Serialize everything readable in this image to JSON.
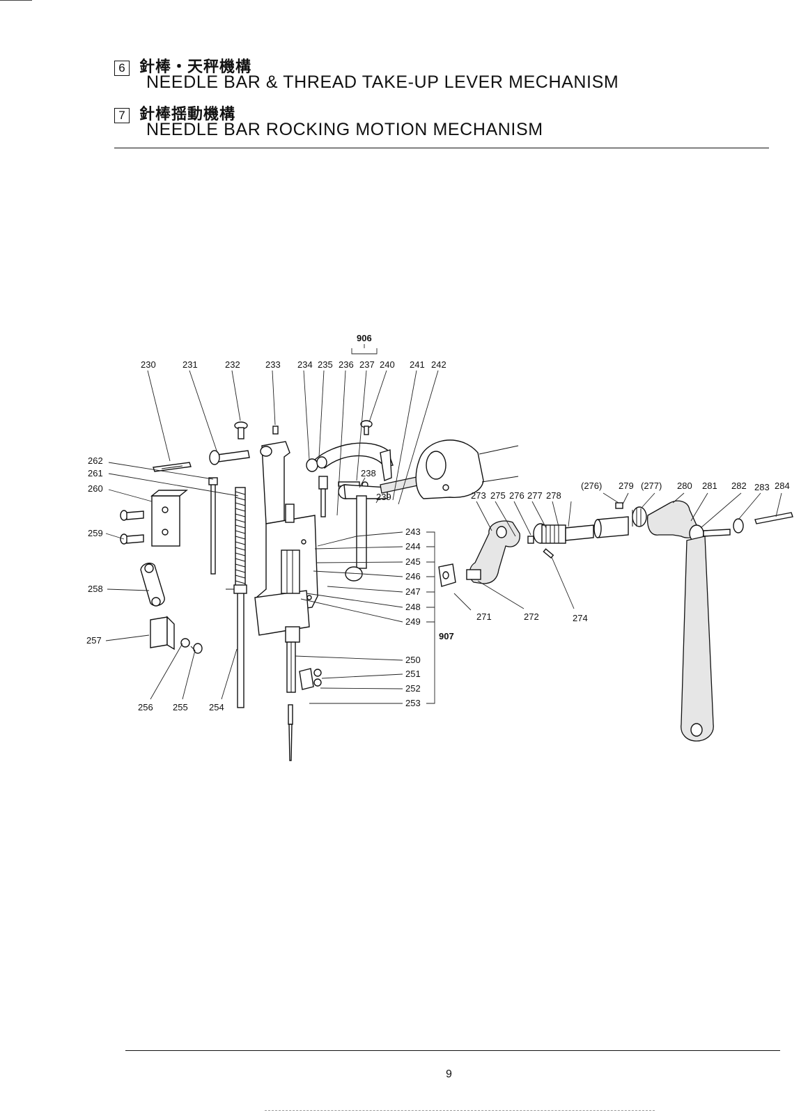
{
  "header": {
    "section6_num": "6",
    "section6_jp": "針棒・天秤機構",
    "section6_en": "NEEDLE BAR & THREAD TAKE-UP LEVER MECHANISM",
    "section7_num": "7",
    "section7_jp": "針棒揺動機構",
    "section7_en": "NEEDLE BAR ROCKING MOTION MECHANISM"
  },
  "diagram": {
    "group_labels": {
      "g906": "906",
      "g907": "907"
    },
    "part_labels": {
      "p230": "230",
      "p231": "231",
      "p232": "232",
      "p233": "233",
      "p234": "234",
      "p235": "235",
      "p236": "236",
      "p237": "237",
      "p240": "240",
      "p241": "241",
      "p242": "242",
      "p238": "238",
      "p239": "239",
      "p262": "262",
      "p261": "261",
      "p260": "260",
      "p259": "259",
      "p258": "258",
      "p257": "257",
      "p256": "256",
      "p255": "255",
      "p254": "254",
      "p243": "243",
      "p244": "244",
      "p245": "245",
      "p246": "246",
      "p247": "247",
      "p248": "248",
      "p249": "249",
      "p250": "250",
      "p251": "251",
      "p252": "252",
      "p253": "253",
      "p271": "271",
      "p272": "272",
      "p273": "273",
      "p274": "274",
      "p275": "275",
      "p276": "276",
      "p277": "277",
      "p278": "278",
      "p276b": "(276)",
      "p279": "279",
      "p277b": "(277)",
      "p280": "280",
      "p281": "281",
      "p282": "282",
      "p283": "283",
      "p284": "284"
    }
  },
  "footer": {
    "page_number": "9"
  }
}
